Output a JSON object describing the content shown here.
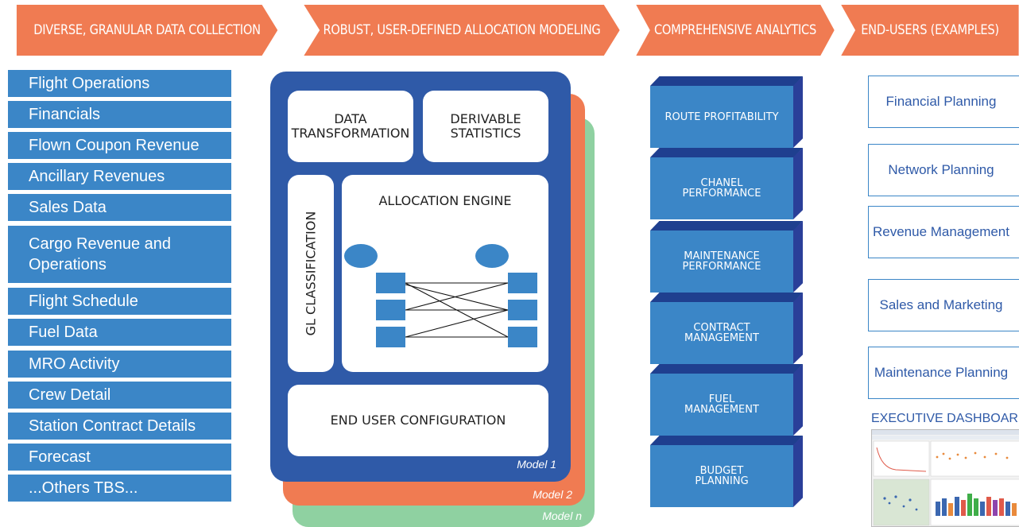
{
  "stages": [
    {
      "label": "DIVERSE, GRANULAR DATA COLLECTION"
    },
    {
      "label": "ROBUST, USER-DEFINED ALLOCATION MODELING"
    },
    {
      "label": "COMPREHENSIVE ANALYTICS"
    },
    {
      "label": "END-USERS (EXAMPLES)"
    }
  ],
  "sources": [
    "Flight Operations",
    "Financials",
    "Flown Coupon Revenue",
    "Ancillary Revenues",
    "Sales Data",
    "Cargo Revenue and Operations",
    "Flight Schedule",
    "Fuel Data",
    "MRO Activity",
    "Crew Detail",
    "Station Contract Details",
    "Forecast",
    "...Others TBS..."
  ],
  "model": {
    "data_transformation": "DATA\nTRANSFORMATION",
    "derivable_statistics": "DERIVABLE\nSTATISTICS",
    "gl_classification": "GL CLASSIFICATION",
    "allocation_engine": "ALLOCATION ENGINE",
    "end_user_configuration": "END USER CONFIGURATION",
    "model_labels": [
      "Model 1",
      "Model 2",
      "Model n"
    ]
  },
  "analytics": [
    "ROUTE PROFITABILITY",
    "CHANEL\nPERFORMANCE",
    "MAINTENANCE\nPERFORMANCE",
    "CONTRACT\nMANAGEMENT",
    "FUEL\nMANAGEMENT",
    "BUDGET\nPLANNING"
  ],
  "end_users": [
    "Financial Planning",
    "Network Planning",
    "Revenue Management",
    "Sales and Marketing",
    "Maintenance Planning"
  ],
  "dashboard": {
    "title": "EXECUTIVE DASHBOARD"
  },
  "colors": {
    "orange": "#f07b52",
    "blue": "#3b86c7",
    "navy": "#2f5aa8",
    "green": "#8fd1a1"
  }
}
